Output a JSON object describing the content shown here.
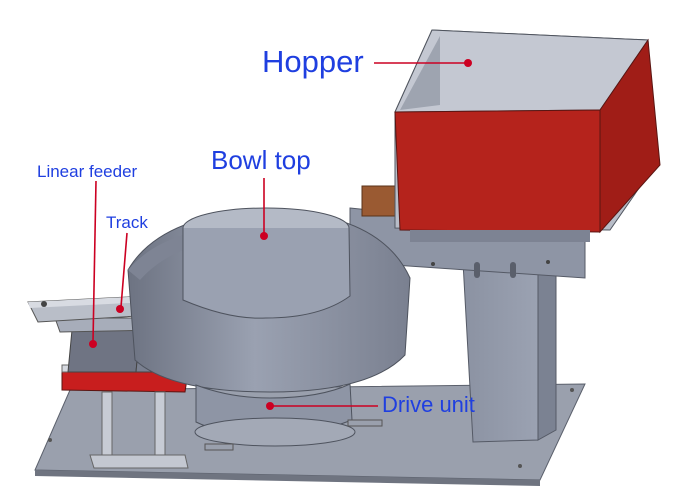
{
  "diagram": {
    "title": "",
    "callouts": {
      "hopper": "Hopper",
      "bowl_top": "Bowl top",
      "linear_feeder": "Linear feeder",
      "track": "Track",
      "drive_unit": "Drive unit"
    },
    "colors": {
      "label_text": "#1f3fe0",
      "leader_line": "#cc0022",
      "hopper_body": "#b5231c",
      "machine_gray": "#8e95a5",
      "base_plate": "#9aa0ad",
      "accent_red_plate": "#c81e1e"
    }
  }
}
